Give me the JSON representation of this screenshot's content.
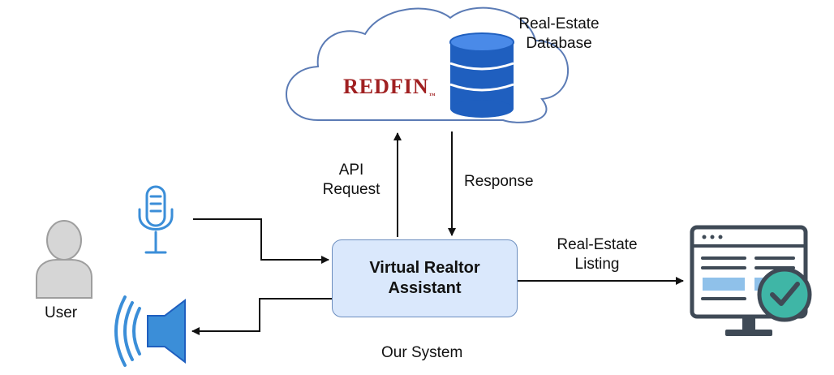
{
  "cloud": {
    "brand": "REDFIN",
    "brand_mark": "™",
    "label_line1": "Real-Estate",
    "label_line2": "Database"
  },
  "edges": {
    "api_request_line1": "API",
    "api_request_line2": "Request",
    "response": "Response",
    "listing_line1": "Real-Estate",
    "listing_line2": "Listing"
  },
  "system": {
    "title_line1": "Virtual Realtor",
    "title_line2": "Assistant",
    "caption": "Our System"
  },
  "user": {
    "label": "User"
  },
  "icons": [
    "cloud-icon",
    "database-icon",
    "microphone-icon",
    "user-icon",
    "speaker-icon",
    "web-listing-icon",
    "checkmark-icon"
  ],
  "colors": {
    "cloud_border": "#5b7bb5",
    "box_fill": "#dae8fc",
    "box_border": "#6c8ebf",
    "database_blue": "#1f5fbf",
    "brand_red": "#a02021",
    "icon_blue": "#3b8ed8",
    "monitor_dark": "#3f4a56",
    "check_teal": "#3fb6a6"
  }
}
